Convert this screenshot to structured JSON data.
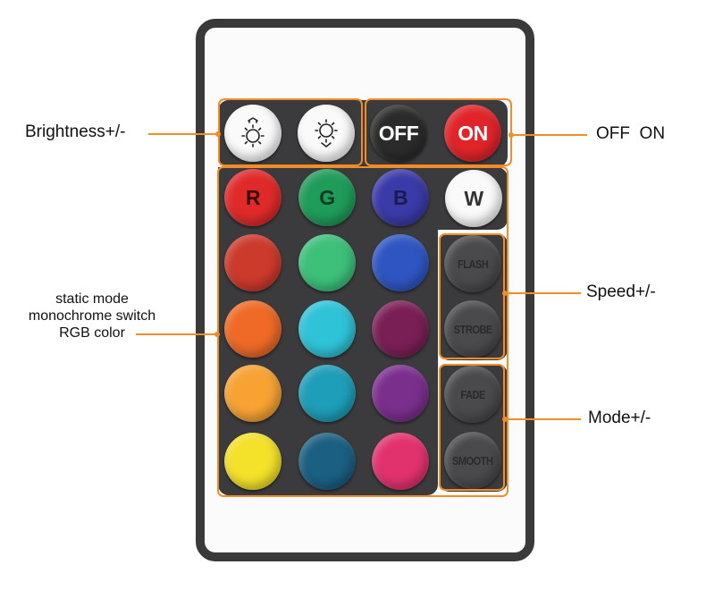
{
  "labels": {
    "brightness": "Brightness+/-",
    "off_on": "OFF  ON",
    "static_mode": [
      "static mode",
      "monochrome switch",
      "RGB color"
    ],
    "speed": "Speed+/-",
    "mode": "Mode+/-"
  },
  "buttons": {
    "off": "OFF",
    "on": "ON",
    "red": "R",
    "green": "G",
    "blue": "B",
    "white": "W",
    "flash": "FLASH",
    "strobe": "STROBE",
    "fade": "FADE",
    "smooth": "SMOOTH"
  },
  "icons": {
    "brightness_up": "sun-up-icon",
    "brightness_down": "sun-down-icon"
  },
  "colors": {
    "accent": "#f08c2a",
    "shell": "#3a3a3a",
    "panel": "#3b3b3d",
    "off_button": "#2b2b2b",
    "on_button": "#e0242a",
    "red": "#e02a2a",
    "green": "#1f9c5a",
    "blue": "#3a3aa8",
    "white": "#fafafa",
    "color_grid": [
      [
        "#cc3a2c",
        "#3cc07a",
        "#2f55c2"
      ],
      [
        "#ee6a26",
        "#2fc3d8",
        "#7a1f56"
      ],
      [
        "#f7a233",
        "#1e9eb8",
        "#7a2f8c"
      ],
      [
        "#f4e12a",
        "#1b5f82",
        "#e2326e"
      ]
    ]
  }
}
